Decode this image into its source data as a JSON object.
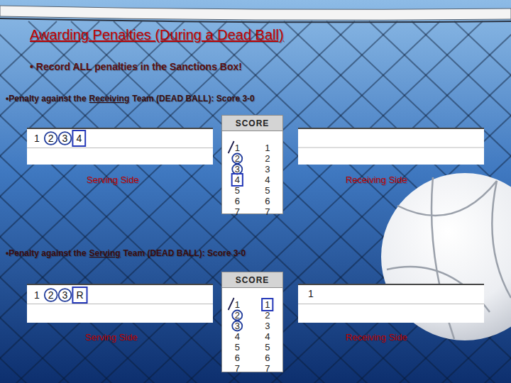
{
  "diagram": {
    "title": "Awarding Penalties (During a Dead Ball)",
    "nodes": [
      {
        "text": [
          "1",
          "2",
          "3",
          "4"
        ]
      },
      {
        "text": [
          "SCORE",
          "1",
          "2",
          "3",
          "4",
          "5",
          "6",
          "7",
          "1",
          "2",
          "3",
          "4",
          "5",
          "6",
          "7"
        ]
      },
      {
        "text": [
          "1",
          "2",
          "3",
          "R"
        ]
      },
      {
        "text": [
          "SCORE",
          "1",
          "2",
          "3",
          "4",
          "5",
          "6",
          "7",
          "1",
          "2",
          "3",
          "4",
          "5",
          "6",
          "7"
        ]
      },
      {
        "text": [
          "1"
        ]
      }
    ],
    "labels": [
      "• Record ALL penalties in the Sanctions Box!",
      "•Penalty against the",
      "Receiving",
      "Team (DEAD BALL):  Score 3-0",
      "Serving Side",
      "Receiving Side",
      "•Penalty against the",
      "Serving",
      "Team (DEAD BALL):  Score 3-0",
      "Serving Side",
      "Receiving Side"
    ]
  }
}
